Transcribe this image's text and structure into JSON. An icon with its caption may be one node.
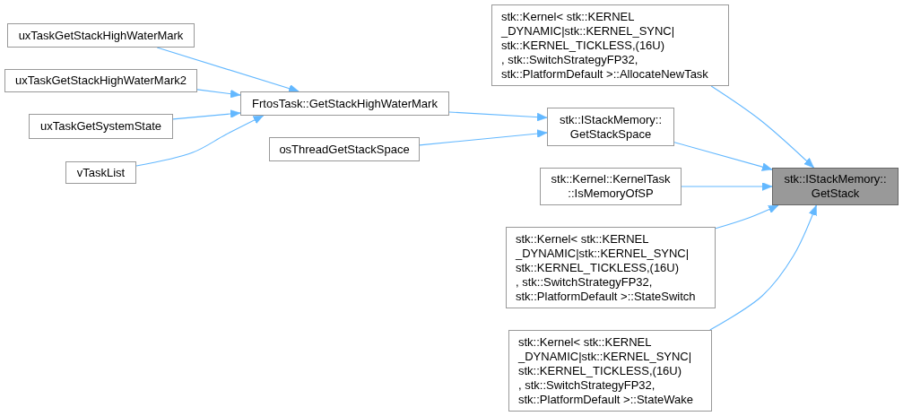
{
  "diagram": {
    "nodes": [
      {
        "text": [
          "uxTaskGetStackHighWaterMark"
        ]
      },
      {
        "text": [
          "uxTaskGetStackHighWaterMark2"
        ]
      },
      {
        "text": [
          "uxTaskGetSystemState"
        ]
      },
      {
        "text": [
          "vTaskList"
        ]
      },
      {
        "text": [
          "FrtosTask::GetStackHighWaterMark"
        ]
      },
      {
        "text": [
          "osThreadGetStackSpace"
        ]
      },
      {
        "text": [
          "stk::Kernel< stk::KERNEL _DYNAMIC|stk::KERNEL_SYNC| stk::KERNEL_TICKLESS,(16U) , stk::SwitchStrategyFP32, stk::PlatformDefault >::AllocateNewTask"
        ]
      },
      {
        "text": [
          "stk::IStackMemory:: GetStackSpace"
        ]
      },
      {
        "text": [
          "stk::Kernel::KernelTask ::IsMemoryOfSP"
        ]
      },
      {
        "text": [
          "stk::IStackMemory:: GetStack"
        ]
      },
      {
        "text": [
          "stk::Kernel< stk::KERNEL _DYNAMIC|stk::KERNEL_SYNC| stk::KERNEL_TICKLESS,(16U) , stk::SwitchStrategyFP32, stk::PlatformDefault >::StateSwitch"
        ]
      },
      {
        "text": [
          "stk::Kernel< stk::KERNEL _DYNAMIC|stk::KERNEL_SYNC| stk::KERNEL_TICKLESS,(16U) , stk::SwitchStrategyFP32, stk::PlatformDefault >::StateWake"
        ]
      }
    ],
    "edges": [
      {
        "from": 0,
        "to": 4,
        "arrow": "to"
      },
      {
        "from": 1,
        "to": 4,
        "arrow": "to"
      },
      {
        "from": 2,
        "to": 4,
        "arrow": "to"
      },
      {
        "from": 3,
        "to": 4,
        "arrow": "to"
      },
      {
        "from": 4,
        "to": 7,
        "arrow": "to"
      },
      {
        "from": 5,
        "to": 7,
        "arrow": "to"
      },
      {
        "from": 6,
        "to": 9,
        "arrow": "to"
      },
      {
        "from": 7,
        "to": 9,
        "arrow": "to"
      },
      {
        "from": 8,
        "to": 9,
        "arrow": "to"
      },
      {
        "from": 10,
        "to": 9,
        "arrow": "to"
      },
      {
        "from": 11,
        "to": 9,
        "arrow": "to"
      }
    ]
  }
}
